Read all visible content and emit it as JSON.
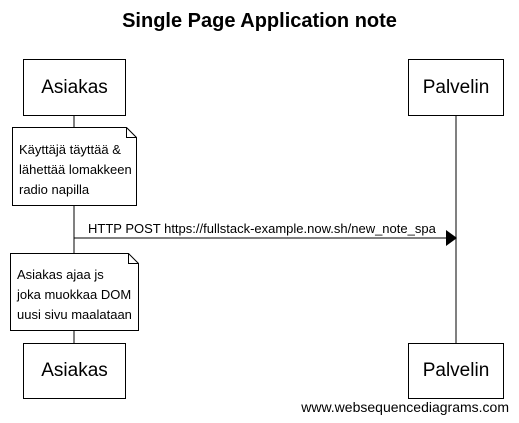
{
  "title": "Single Page Application note",
  "participants": {
    "client": "Asiakas",
    "server": "Palvelin"
  },
  "notes": [
    {
      "lines": [
        "Käyttäjä täyttää &",
        "lähettää lomakkeen",
        "radio napilla"
      ]
    },
    {
      "lines": [
        "Asiakas ajaa js",
        "joka muokkaa DOM",
        "uusi sivu maalataan"
      ]
    }
  ],
  "messages": [
    {
      "label": "HTTP POST https://fullstack-example.now.sh/new_note_spa"
    }
  ],
  "watermark": "www.websequencediagrams.com"
}
